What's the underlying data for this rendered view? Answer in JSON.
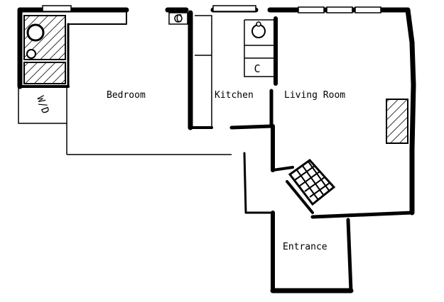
{
  "floor_plan": {
    "rooms": {
      "bedroom": "Bedroom",
      "kitchen": "Kitchen",
      "living_room": "Living Room",
      "entrance": "Entrance"
    },
    "fixtures": {
      "washer_dryer": "W/D",
      "kitchen_fixture_1": "C",
      "kitchen_fixture_2": "C"
    }
  }
}
